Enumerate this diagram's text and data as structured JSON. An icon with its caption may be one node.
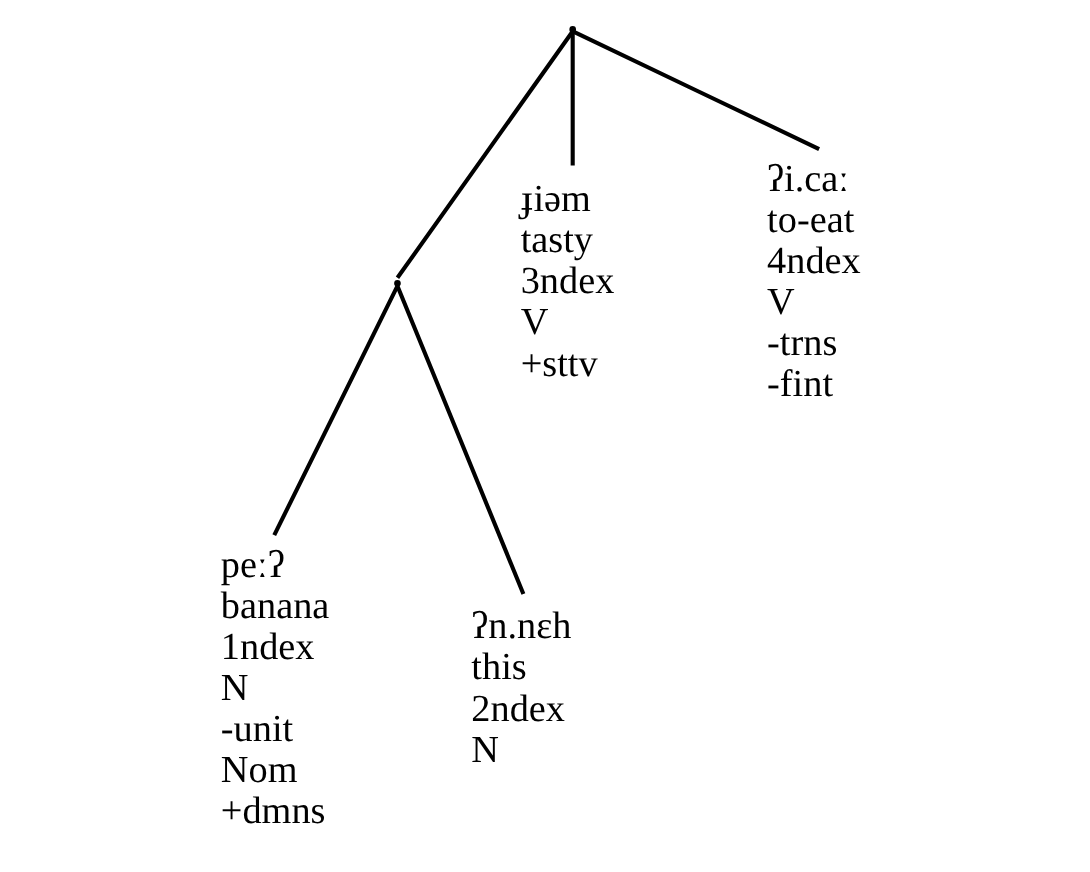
{
  "diagram": {
    "nodes": [
      {
        "text": [],
        "shape": "point"
      },
      {
        "text": [],
        "shape": "point"
      },
      {
        "text": [
          "peːʔ",
          "banana",
          "1ndex",
          "N",
          "-unit",
          "Nom",
          "+dmns"
        ]
      },
      {
        "text": [
          "ʔn.nɛh",
          "this",
          "2ndex",
          "N"
        ]
      },
      {
        "text": [
          "ɟiəm",
          "tasty",
          "3ndex",
          "V",
          "+sttv"
        ]
      },
      {
        "text": [
          "ʔi.caː",
          "to-eat",
          "4ndex",
          "V",
          "-trns",
          "-fint"
        ]
      }
    ],
    "edges": [
      {
        "from": 0,
        "to": 1,
        "arrow": "none"
      },
      {
        "from": 1,
        "to": 2,
        "arrow": "none"
      },
      {
        "from": 1,
        "to": 3,
        "arrow": "none"
      },
      {
        "from": 0,
        "to": 4,
        "arrow": "none"
      },
      {
        "from": 0,
        "to": 5,
        "arrow": "none"
      }
    ]
  }
}
